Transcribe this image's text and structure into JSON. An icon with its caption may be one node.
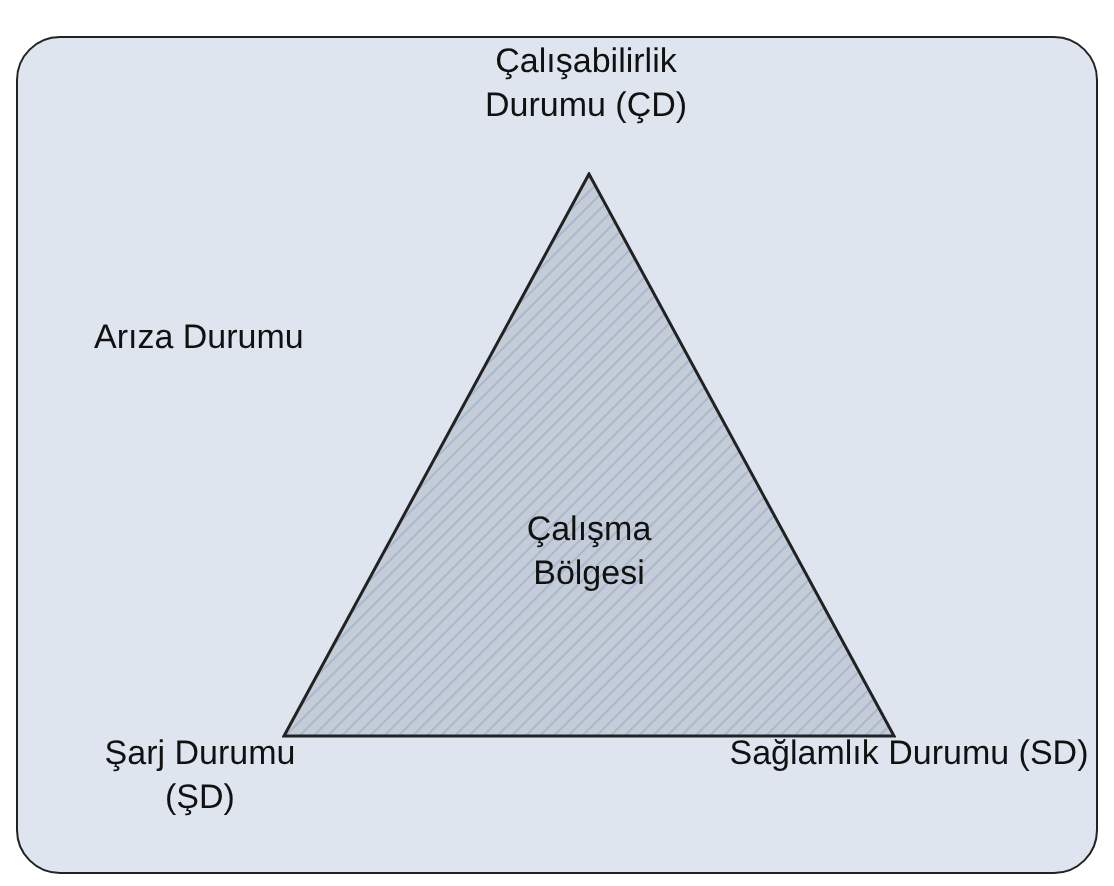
{
  "diagram": {
    "nodes": [
      {
        "text": [
          "Arıza Durumu"
        ]
      },
      {
        "text": [
          "Çalışma Bölgesi"
        ],
        "in": 0
      }
    ],
    "labels": [
      "Çalışabilirlik Durumu (ÇD)",
      "Şarj Durumu (ŞD)",
      "Sağlamlık Durumu (SD)"
    ]
  }
}
